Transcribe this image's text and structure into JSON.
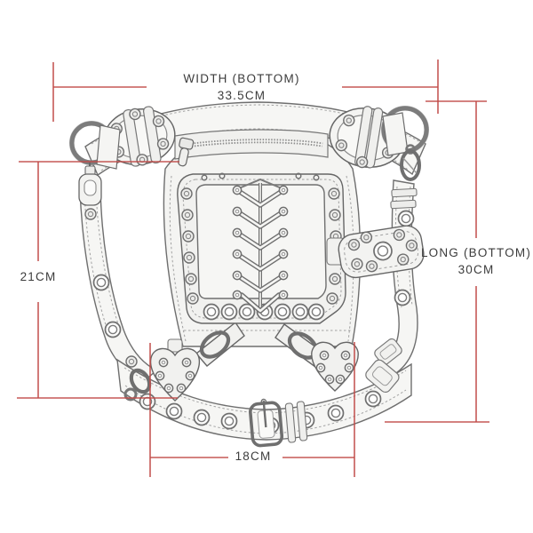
{
  "colors": {
    "background": "#ffffff",
    "dimension_line": "#c14b48",
    "sketch_line": "#6f6f6f",
    "label_text": "#3c3c3c"
  },
  "illustration": {
    "name": "studded-leg-bag-line-drawing"
  },
  "dimensions": {
    "width_bottom": {
      "label": "WIDTH (BOTTOM)",
      "value": "33.5CM",
      "position": "top"
    },
    "long_bottom": {
      "label": "LONG (BOTTOM)",
      "value": "30CM",
      "position": "right"
    },
    "side_height": {
      "value": "21CM",
      "position": "left"
    },
    "belt_width": {
      "value": "18CM",
      "position": "bottom"
    }
  }
}
